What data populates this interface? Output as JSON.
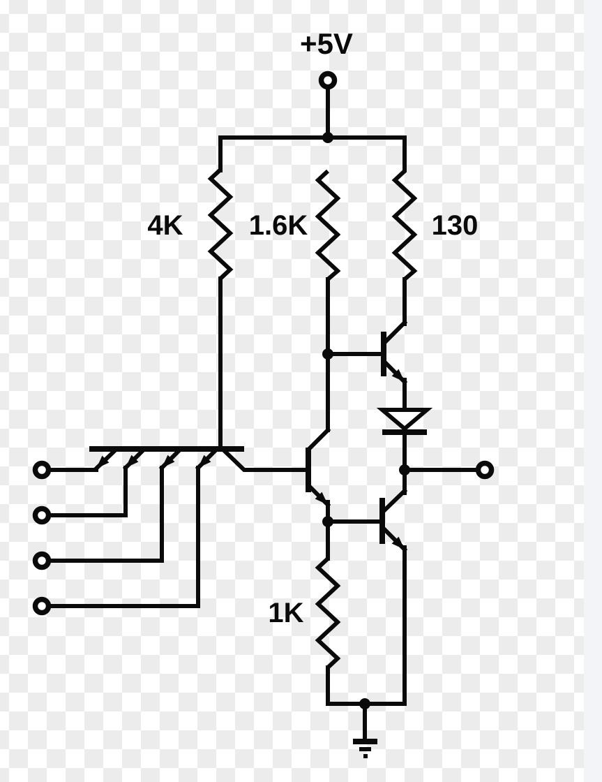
{
  "labels": {
    "supply": "+5V",
    "r_input": "4K",
    "r_phase": "1.6K",
    "r_output": "130",
    "r_pulldown": "1K"
  },
  "colors": {
    "line": "#0a0a0a",
    "checker_white": "#ffffff",
    "checker_gray": "#ececec",
    "right_gutter": "#f3f4f7"
  }
}
